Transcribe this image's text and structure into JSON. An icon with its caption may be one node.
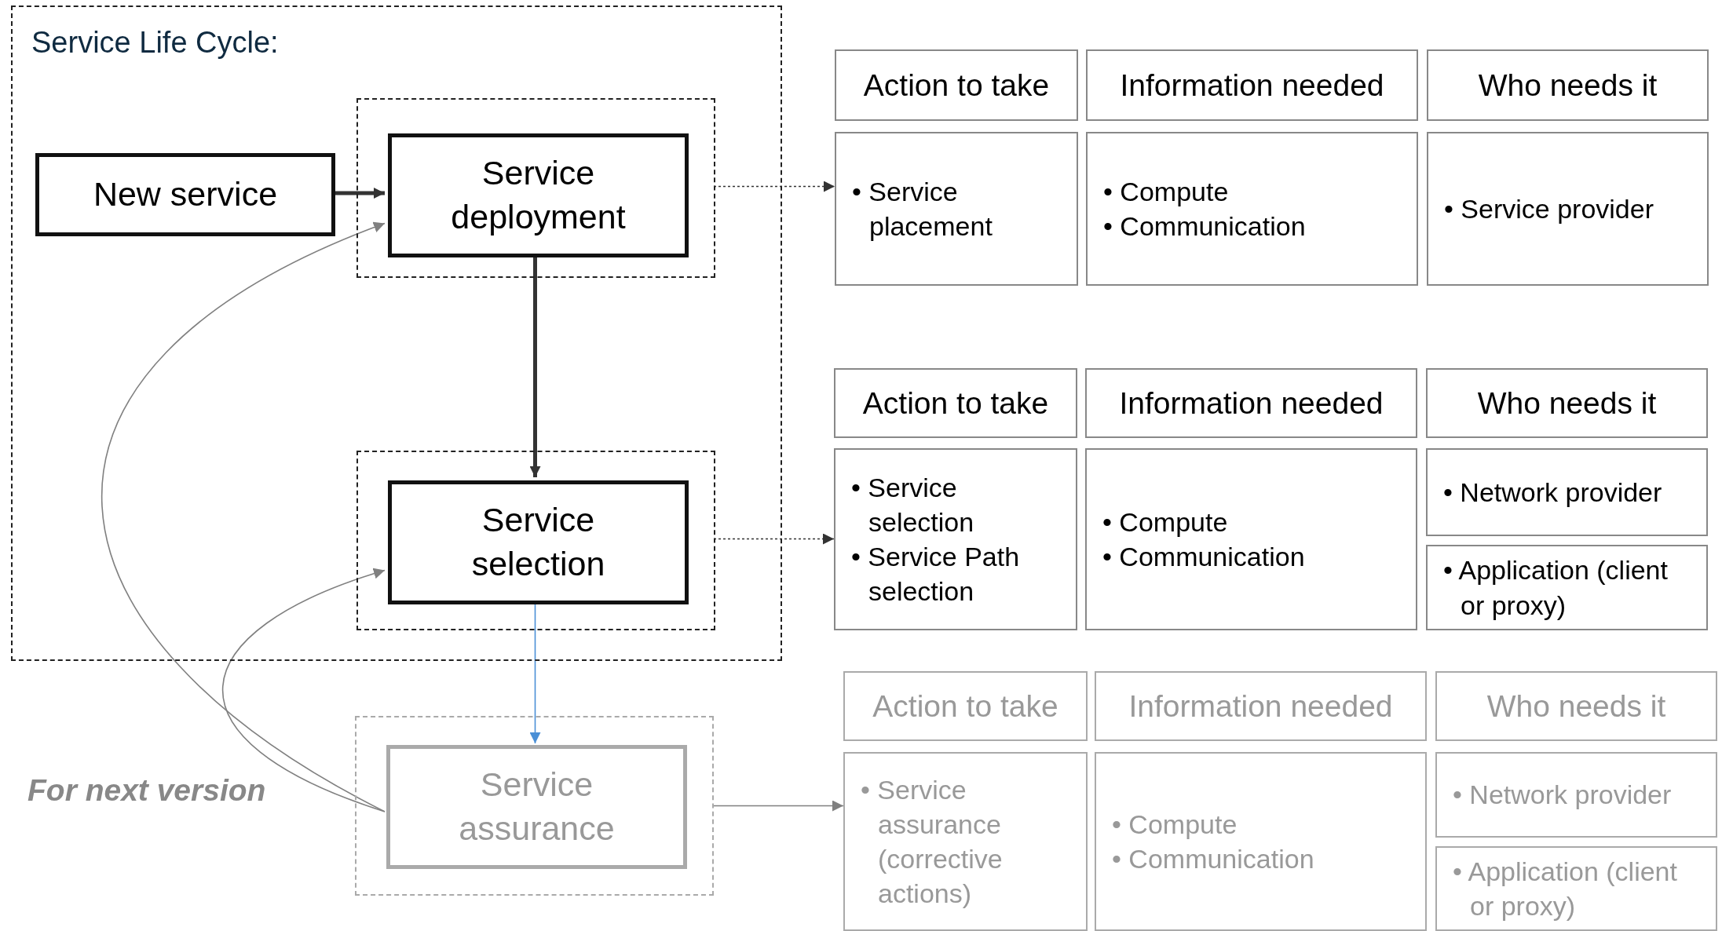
{
  "diagram": {
    "nodes": [
      {
        "text": [
          "Service Life Cycle:"
        ]
      },
      {
        "text": [],
        "shape": "box",
        "in": 0
      },
      {
        "text": [
          "New service"
        ],
        "in": 0
      },
      {
        "text": [
          "Service deployment"
        ],
        "in": 1
      },
      {
        "text": [],
        "shape": "box",
        "in": 0
      },
      {
        "text": [
          "Service selection"
        ],
        "in": 4
      },
      {
        "text": [],
        "shape": "box"
      },
      {
        "text": [
          "Service assurance"
        ],
        "in": 6
      },
      {
        "text": [
          "Action to take"
        ]
      },
      {
        "text": [
          "Information needed"
        ]
      },
      {
        "text": [
          "Who needs it"
        ]
      },
      {
        "text": [
          "• Service placement"
        ]
      },
      {
        "text": [
          "• Compute",
          "• Communication"
        ]
      },
      {
        "text": [
          "• Service provider"
        ]
      },
      {
        "text": [
          "Action to take"
        ]
      },
      {
        "text": [
          "Information needed"
        ]
      },
      {
        "text": [
          "Who needs it"
        ]
      },
      {
        "text": [
          "• Service selection",
          "• Service Path selection"
        ]
      },
      {
        "text": [
          "• Compute",
          "• Communication"
        ]
      },
      {
        "text": [
          "• Network provider"
        ]
      },
      {
        "text": [
          "• Application (client or proxy)"
        ]
      },
      {
        "text": [
          "Action to take"
        ]
      },
      {
        "text": [
          "Information needed"
        ]
      },
      {
        "text": [
          "Who needs it"
        ]
      },
      {
        "text": [
          "• Service assurance (corrective actions)"
        ]
      },
      {
        "text": [
          "• Compute",
          "• Communication"
        ]
      },
      {
        "text": [
          "• Network provider"
        ]
      },
      {
        "text": [
          "• Application (client or proxy)"
        ]
      }
    ],
    "edges": [
      {
        "from": 2,
        "to": 3,
        "arrow": "to",
        "style": "thick"
      },
      {
        "from": 3,
        "to": 5,
        "arrow": "to",
        "style": "thick"
      },
      {
        "from": 5,
        "to": 7,
        "arrow": "to",
        "color": "#4a8fd6"
      },
      {
        "from": 1,
        "to": 11,
        "arrow": "to",
        "style": "dashed"
      },
      {
        "from": 4,
        "to": 17,
        "arrow": "to",
        "style": "dashed"
      },
      {
        "from": 6,
        "to": 24,
        "arrow": "to",
        "color": "#808080"
      },
      {
        "from": 7,
        "to": 3,
        "arrow": "to",
        "color": "#808080"
      },
      {
        "from": 7,
        "to": 5,
        "arrow": "to",
        "color": "#808080"
      }
    ],
    "labels": [
      "For next version"
    ]
  }
}
